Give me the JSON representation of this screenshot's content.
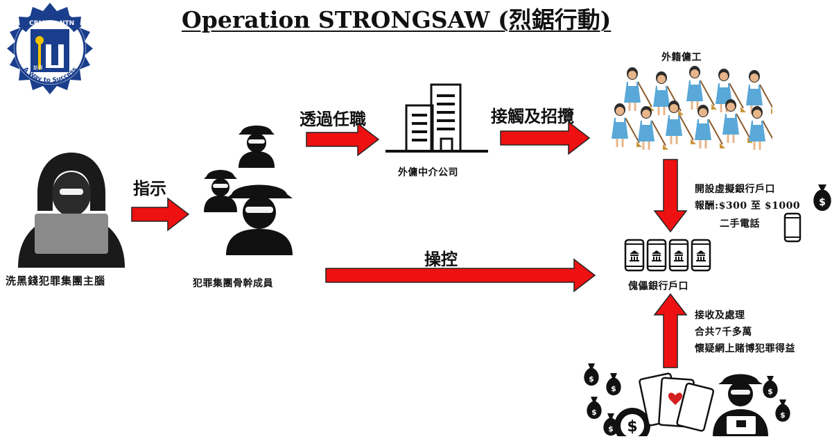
{
  "title": "Operation STRONGSAW (烈鋸行動)",
  "logo": {
    "icon": "police-crest-icon",
    "text_left": "CRM",
    "text_right": "NTN",
    "text_badge": "新界",
    "motto": "A Way to Success"
  },
  "nodes": {
    "mastermind": "洗黑錢犯罪集團主腦",
    "core_members": "犯罪集團骨幹成員",
    "agency": "外傭中介公司",
    "domestic_helpers": "外籍傭工",
    "stooge_accounts": "傀儡銀行戶口"
  },
  "arrows": {
    "instruct": "指示",
    "via_employment": "透過任職",
    "contact_recruit": "接觸及招攬",
    "control": "操控"
  },
  "notes": {
    "helpers_to_accounts": [
      "開設虛擬銀行戶口",
      "報酬:$300 至 $1000",
      "二手電話"
    ],
    "gambling_to_accounts": [
      "接收及處理",
      "合共7千多萬",
      "懷疑網上賭博犯罪得益"
    ]
  },
  "colors": {
    "arrow_red": "#ee1111",
    "logo_blue": "#1a3e8c"
  }
}
